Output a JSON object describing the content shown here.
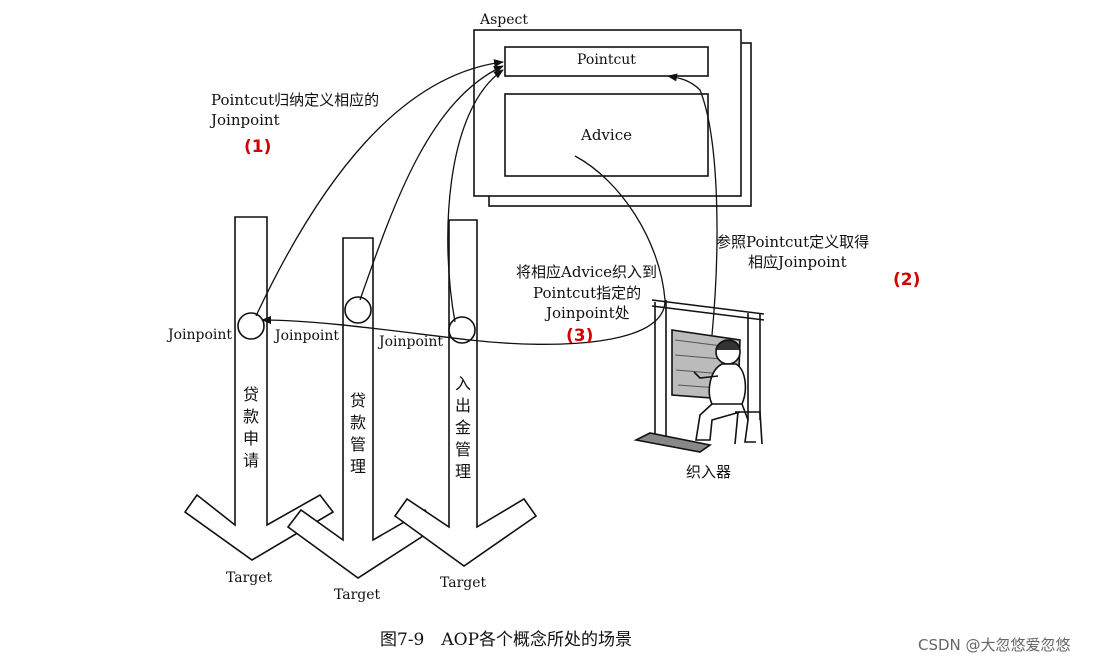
{
  "aspect": {
    "title": "Aspect",
    "pointcut": "Pointcut",
    "advice": "Advice"
  },
  "annotations": {
    "pointcut_defines_line1": "Pointcut归纳定义相应的",
    "pointcut_defines_line2": "Joinpoint",
    "step1": "(1)",
    "refer_line1": "参照Pointcut定义取得",
    "refer_line2": "相应Joinpoint",
    "step2": "(2)",
    "weave_line1": "将相应Advice织入到",
    "weave_line2": "Pointcut指定的",
    "weave_line3": "Joinpoint处",
    "step3": "(3)"
  },
  "joinpoints": [
    "Joinpoint",
    "Joinpoint",
    "Joinpoint"
  ],
  "targets": [
    {
      "name": "贷款申请",
      "label": "Target"
    },
    {
      "name": "贷款管理",
      "label": "Target"
    },
    {
      "name": "入出金管理",
      "label": "Target"
    }
  ],
  "weaver": {
    "label": "织入器"
  },
  "caption": "图7-9　AOP各个概念所处的场景",
  "watermark": "CSDN @大忽悠爱忽悠"
}
